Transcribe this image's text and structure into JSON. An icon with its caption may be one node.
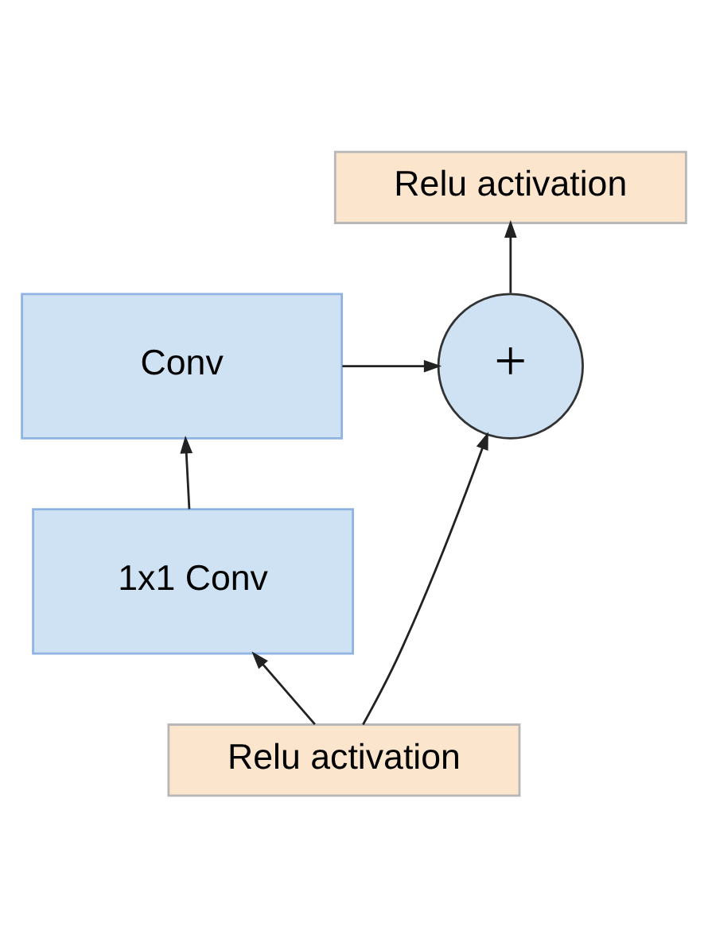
{
  "diagram": {
    "nodes": [
      {
        "text": [
          "Relu activation"
        ]
      },
      {
        "text": [
          "+"
        ]
      },
      {
        "text": [
          "Conv"
        ]
      },
      {
        "text": [
          "1x1 Conv"
        ]
      },
      {
        "text": [
          "Relu activation"
        ]
      }
    ],
    "edges": [
      {
        "from": 4,
        "to": 1,
        "arrow": "to"
      },
      {
        "from": 4,
        "to": 3,
        "arrow": "to"
      },
      {
        "from": 3,
        "to": 2,
        "arrow": "to"
      },
      {
        "from": 2,
        "to": 1,
        "arrow": "to"
      },
      {
        "from": 1,
        "to": 0,
        "arrow": "to"
      }
    ]
  }
}
